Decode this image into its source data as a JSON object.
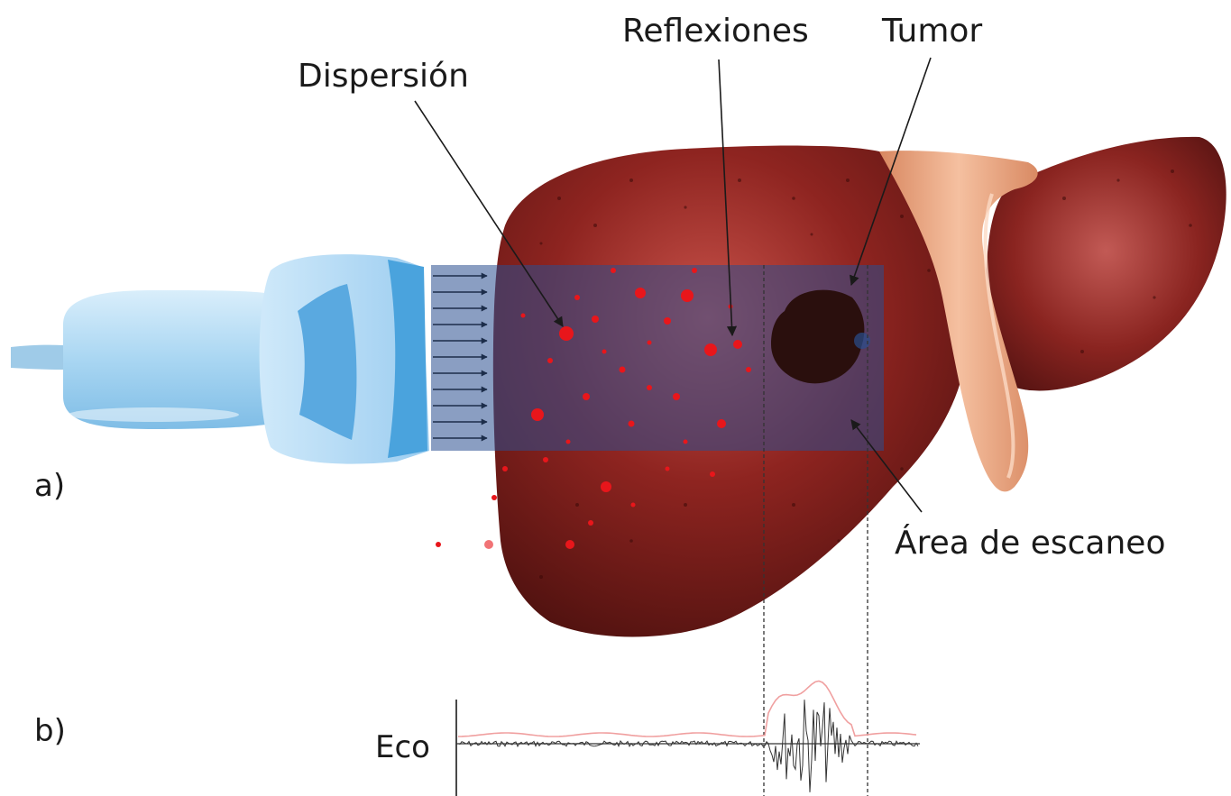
{
  "labels": {
    "dispersion": "Dispersión",
    "reflexiones": "Reflexiones",
    "tumor": "Tumor",
    "area": "Área de escaneo",
    "panel_a": "a)",
    "panel_b": "b)",
    "eco": "Eco"
  },
  "colors": {
    "liver_dark": "#5a1412",
    "liver_mid": "#8e2420",
    "liver_light": "#c24c45",
    "gallbladder": "#2fb52c",
    "ligament": "#e9a27b",
    "probe": "#a9d6f2",
    "probe_face": "#4aa3dd",
    "scan_overlay": "#2a4f8f",
    "scatter": "#e8161b",
    "tumor": "#2a0f0d",
    "echo_signal": "#333333",
    "echo_envelope": "#f0a0a0"
  },
  "icons": {
    "probe": "ultrasound-probe-icon",
    "liver": "liver-illustration"
  }
}
